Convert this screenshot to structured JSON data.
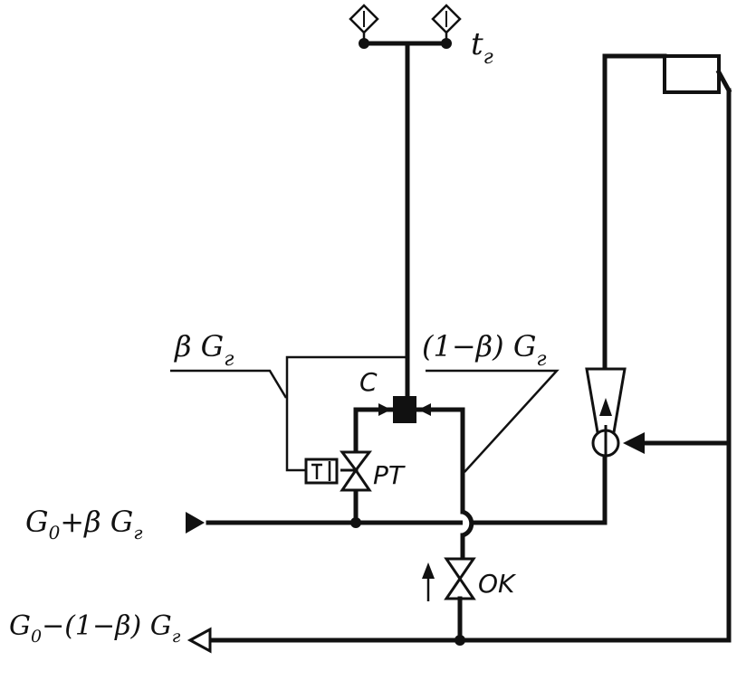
{
  "labels": {
    "t_r": "t",
    "t_r_sub": "г",
    "beta_g": "β G",
    "beta_g_sub": "г",
    "one_minus_beta_g": "(1−β) G",
    "one_minus_beta_g_sub": "г",
    "c": "C",
    "pt": "PT",
    "ok": "OK",
    "supply": "G",
    "supply_sub": "0",
    "supply_rest": "+β G",
    "supply_rest_sub": "г",
    "return": "G",
    "return_sub": "0",
    "return_rest": "−(1−β) G",
    "return_rest_sub": "г"
  }
}
